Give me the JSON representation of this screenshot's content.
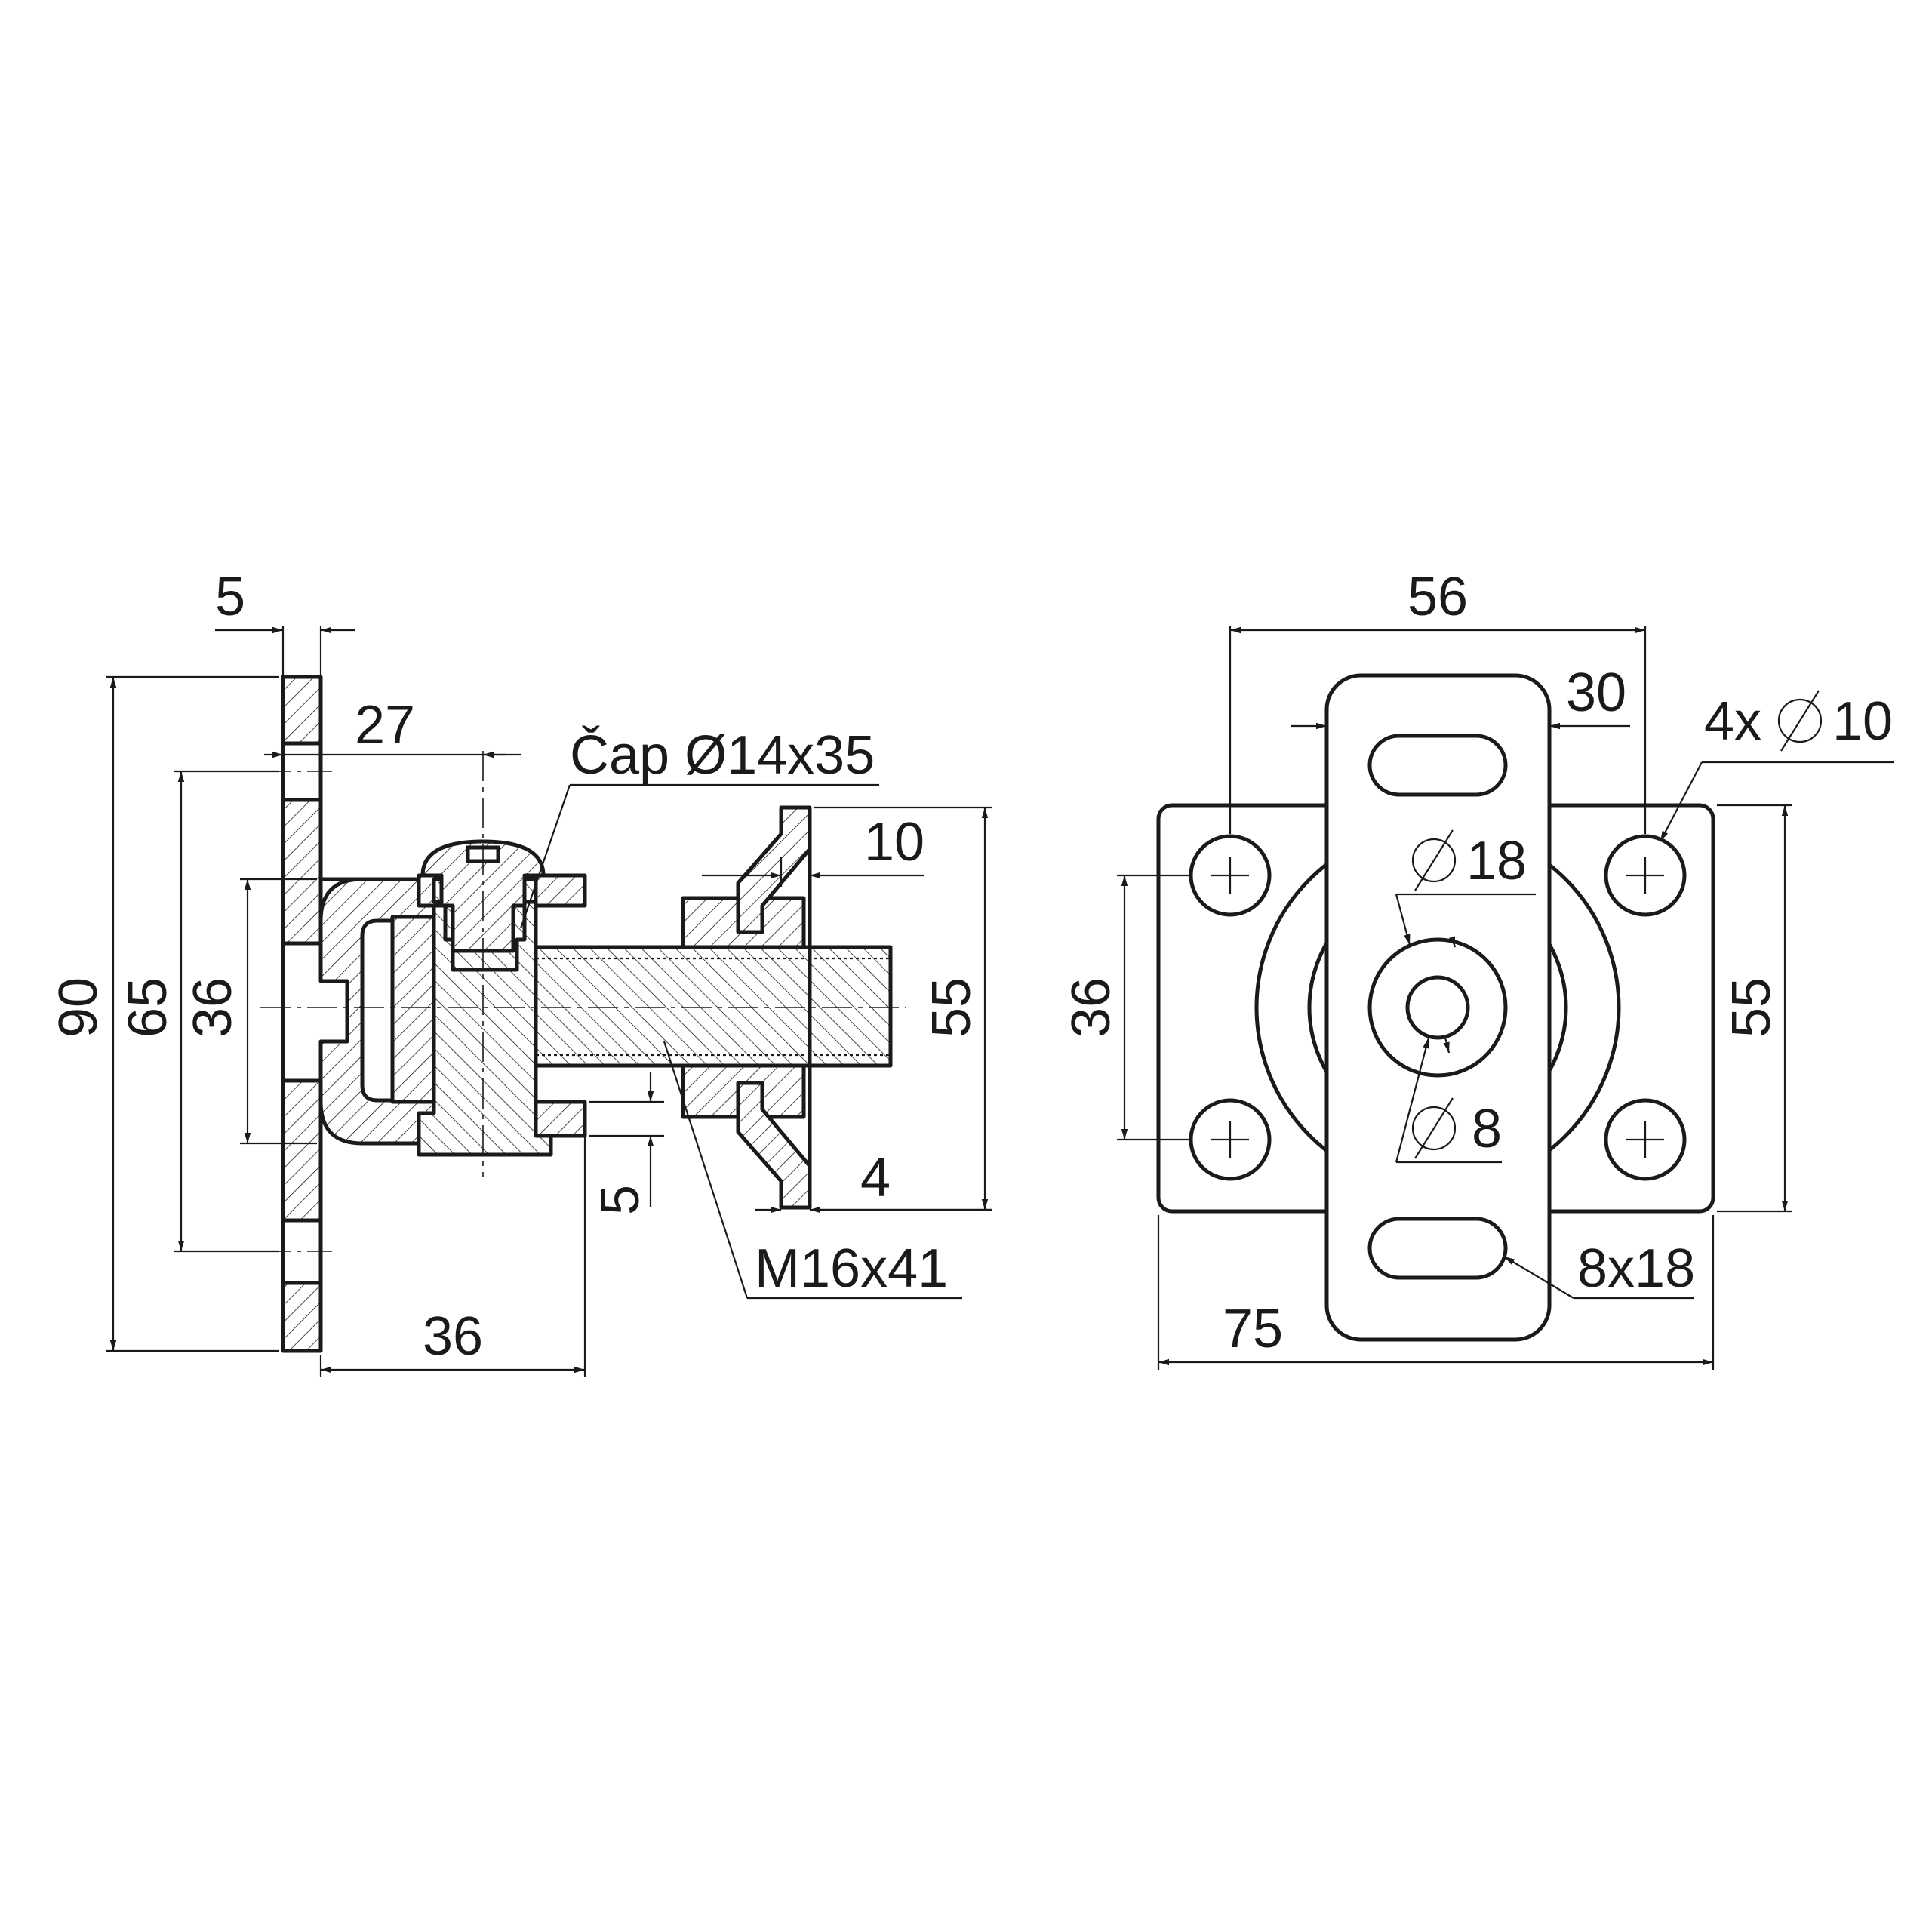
{
  "side_view": {
    "dim_plate_thickness": "5",
    "dim_offset": "27",
    "dim_total_height": "90",
    "dim_hole_spacing": "65",
    "dim_inner_height": "36",
    "dim_projection": "36",
    "dim_bracket_height": "55",
    "dim_bracket_thickness": "10",
    "dim_gap": "5",
    "dim_wall": "4",
    "label_pin": "Čap Ø14x35",
    "label_thread": "M16x41"
  },
  "front_view": {
    "dim_hole_spacing_x": "56",
    "dim_strap_width": "30",
    "dim_holes": "4x",
    "dim_holes_diameter": "10",
    "dim_boss_diameter": "18",
    "dim_bore_diameter": "8",
    "dim_hole_spacing_y": "36",
    "dim_plate_height": "55",
    "dim_slot": "8x18",
    "dim_plate_width": "75"
  },
  "symbols": {
    "diameter_icon": "diameter-symbol"
  }
}
